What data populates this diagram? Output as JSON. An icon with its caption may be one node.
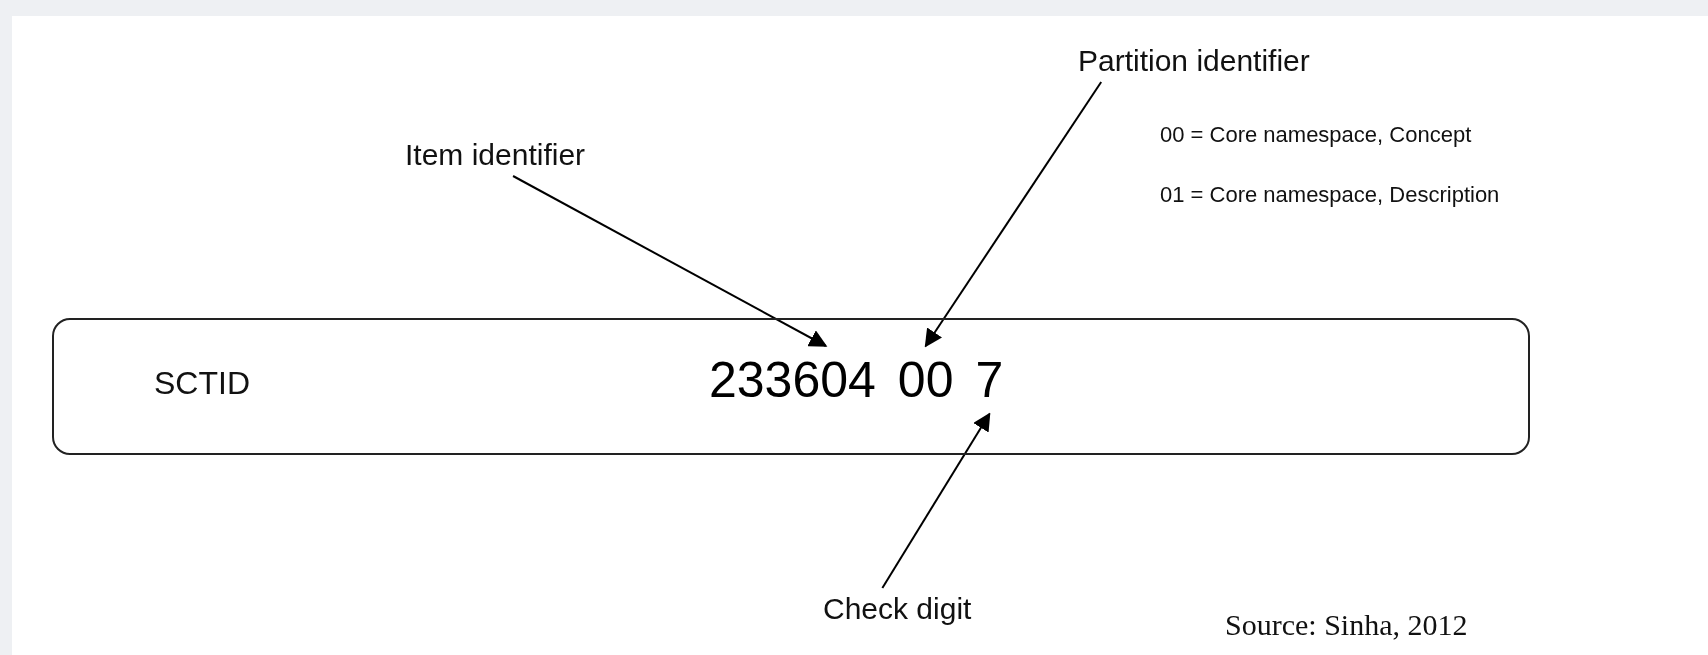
{
  "diagram": {
    "nodes": [
      {
        "text": [
          "SCTID"
        ]
      },
      {
        "text": [
          "233604"
        ],
        "in": 0
      },
      {
        "text": [
          "00"
        ],
        "in": 0
      },
      {
        "text": [
          "7"
        ],
        "in": 0
      },
      {
        "text": [
          "Item identifier"
        ]
      },
      {
        "text": [
          "Partition identifier"
        ]
      },
      {
        "text": [
          "Check digit"
        ]
      }
    ],
    "edges": [
      {
        "from": 4,
        "to": 1,
        "arrow": "to"
      },
      {
        "from": 5,
        "to": 2,
        "arrow": "to"
      },
      {
        "from": 6,
        "to": 3,
        "arrow": "to"
      }
    ],
    "labels": [
      "00 = Core namespace, Concept",
      "01 = Core namespace, Description",
      "Source: Sinha, 2012"
    ]
  }
}
